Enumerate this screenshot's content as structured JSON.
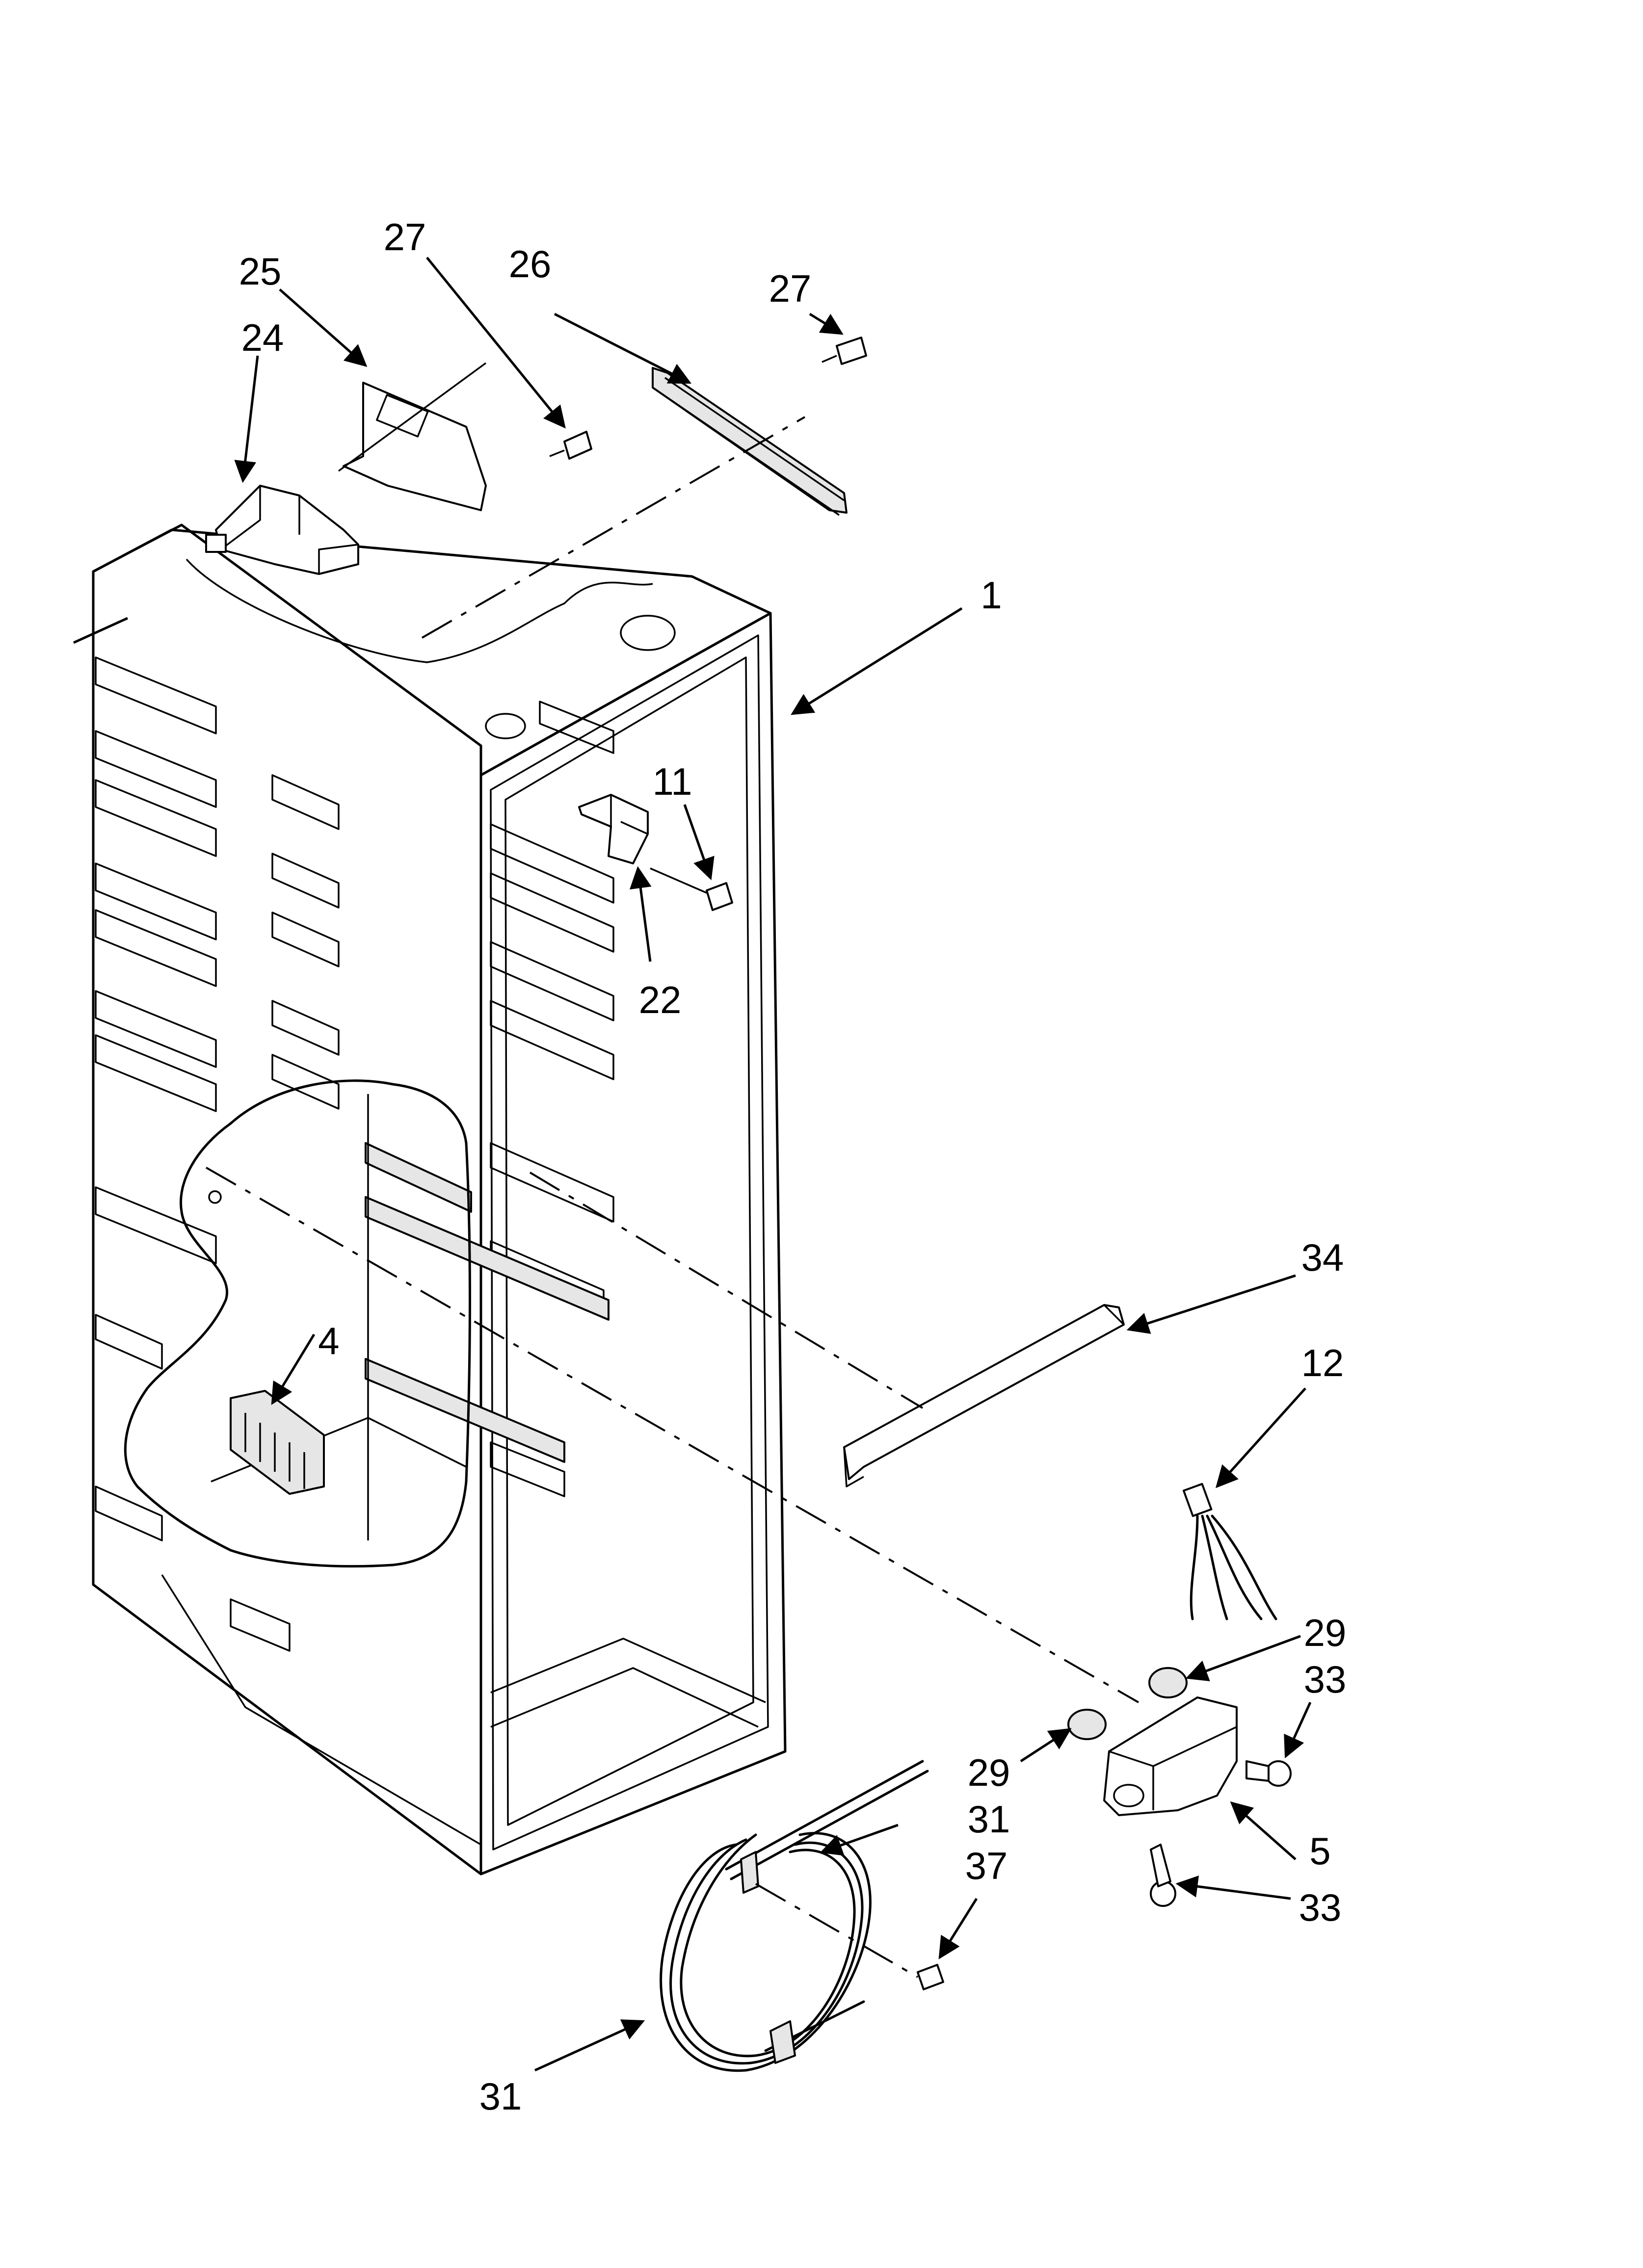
{
  "diagram": {
    "callouts": [
      {
        "id": "c1",
        "number": "1"
      },
      {
        "id": "c4",
        "number": "4"
      },
      {
        "id": "c5",
        "number": "5"
      },
      {
        "id": "c11",
        "number": "11"
      },
      {
        "id": "c12",
        "number": "12"
      },
      {
        "id": "c22",
        "number": "22"
      },
      {
        "id": "c24",
        "number": "24"
      },
      {
        "id": "c25",
        "number": "25"
      },
      {
        "id": "c26",
        "number": "26"
      },
      {
        "id": "c27a",
        "number": "27"
      },
      {
        "id": "c27b",
        "number": "27"
      },
      {
        "id": "c29a",
        "number": "29"
      },
      {
        "id": "c29b",
        "number": "29"
      },
      {
        "id": "c31a",
        "number": "31"
      },
      {
        "id": "c31b",
        "number": "31"
      },
      {
        "id": "c33a",
        "number": "33"
      },
      {
        "id": "c33b",
        "number": "33"
      },
      {
        "id": "c34",
        "number": "34"
      },
      {
        "id": "c37",
        "number": "37"
      }
    ]
  }
}
